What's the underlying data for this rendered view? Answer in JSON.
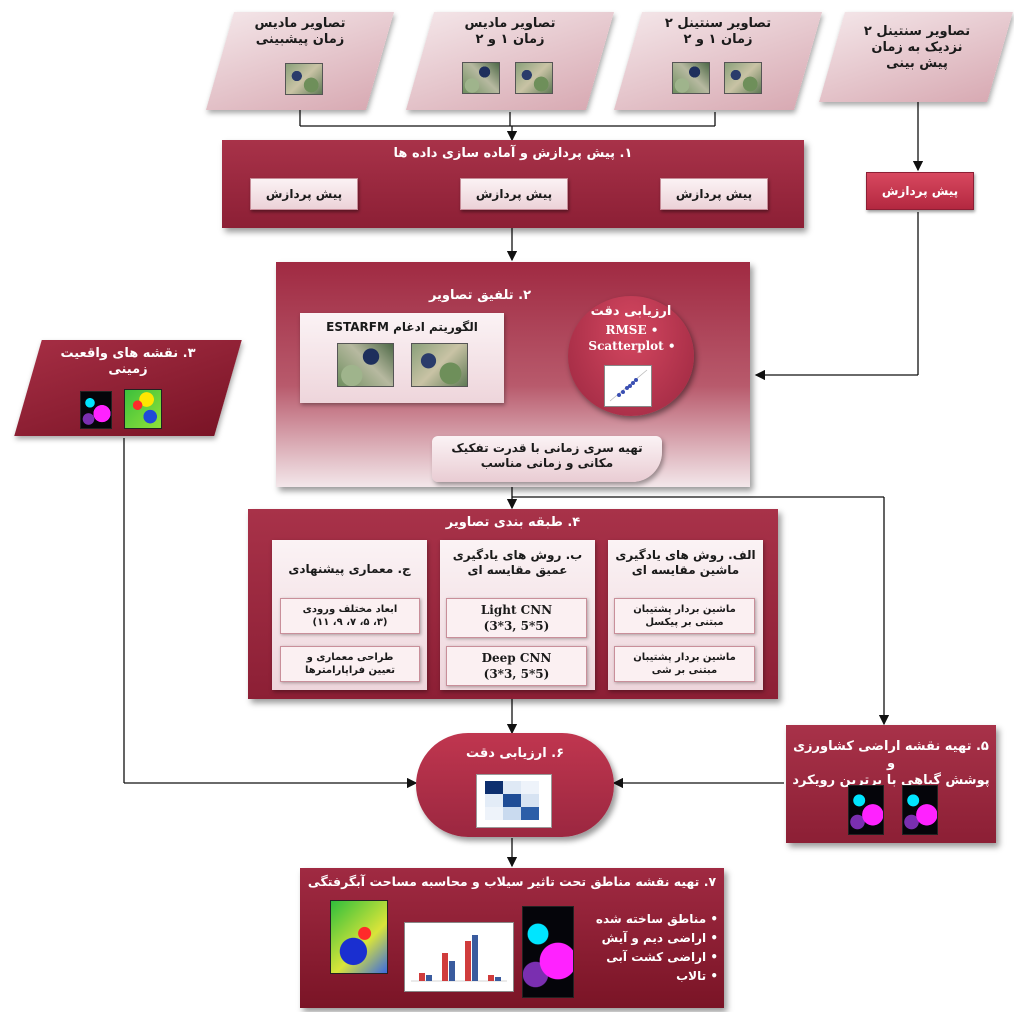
{
  "inputs": {
    "modis_pred": "تصاویر مادیس\nزمان پیشبینی",
    "modis_12": "تصاویر مادیس\nزمان ۱ و ۲",
    "s2_12": "تصاویر سنتینل ۲\nزمان ۱ و ۲",
    "s2_near": "تصاویر سنتینل ۲\nنزدیک به زمان\nپیش بینی"
  },
  "step1": {
    "title": "۱. پیش پردازش و آماده سازی داده ها",
    "chips": [
      "پیش پردازش",
      "پیش پردازش",
      "پیش پردازش"
    ],
    "side_chip": "پیش پردازش"
  },
  "step2": {
    "title": "۲. تلفیق تصاویر",
    "algo": "الگوریتم ادغام ESTARFM",
    "accuracy_title": "ارزیابی دقت",
    "accuracy_items": [
      "RMSE",
      "Scatterplot"
    ],
    "output": "تهیه سری زمانی با قدرت تفکیک\nمکانی و زمانی مناسب"
  },
  "step3": {
    "title": "۳. نقشه های واقعیت\nزمینی"
  },
  "step4": {
    "title": "۴. طبقه بندی تصاویر",
    "col_a": {
      "title": "الف. روش های یادگیری\nماشین مقایسه ای",
      "items": [
        "ماشین بردار پشتیبان\nمبتنی بر پیکسل",
        "ماشین بردار پشتیبان\nمبتنی بر شی"
      ]
    },
    "col_b": {
      "title": "ب. روش های یادگیری\nعمیق مقایسه ای",
      "items": [
        "Light CNN\n(3*3, 5*5)",
        "Deep CNN\n(3*3, 5*5)"
      ]
    },
    "col_c": {
      "title": "ج. معماری پیشنهادی",
      "items": [
        "ابعاد مختلف ورودی\n(۳، ۵، ۷، ۹، ۱۱)",
        "طراحی معماری و\nتعیین فراپارامترها"
      ]
    }
  },
  "step5": {
    "title": "۵. تهیه نقشه اراضی کشاورزی و\nپوشش گیاهی با برترین رویکرد"
  },
  "step6": {
    "title": "۶. ارزیابی دقت"
  },
  "step7": {
    "title": "۷. تهیه نقشه مناطق تحت تاثیر سیلاب و محاسبه مساحت آبگرفتگی",
    "bullets": [
      "مناطق ساخته شده",
      "اراضی دیم و آیش",
      "اراضی کشت آبی",
      "تالاب"
    ]
  },
  "colors": {
    "primary": "#9b2740",
    "dark": "#7a1426",
    "light": "#f3e4e7",
    "line": "#111111"
  }
}
